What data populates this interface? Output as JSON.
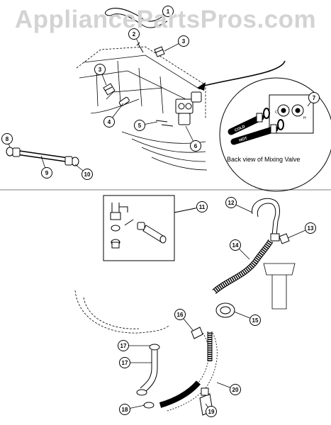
{
  "watermark": "AppliancePartsPros.com",
  "caption": "Back view of Mixing Valve",
  "hose_tags": {
    "cold": "COLD",
    "hot": "HOT"
  },
  "valve_marks": {
    "left": "C",
    "right": "H"
  },
  "callouts": [
    "1",
    "2",
    "3",
    "3",
    "4",
    "5",
    "6",
    "7",
    "8",
    "9",
    "10",
    "11",
    "12",
    "13",
    "14",
    "15",
    "16",
    "17",
    "17",
    "18",
    "19",
    "20"
  ]
}
